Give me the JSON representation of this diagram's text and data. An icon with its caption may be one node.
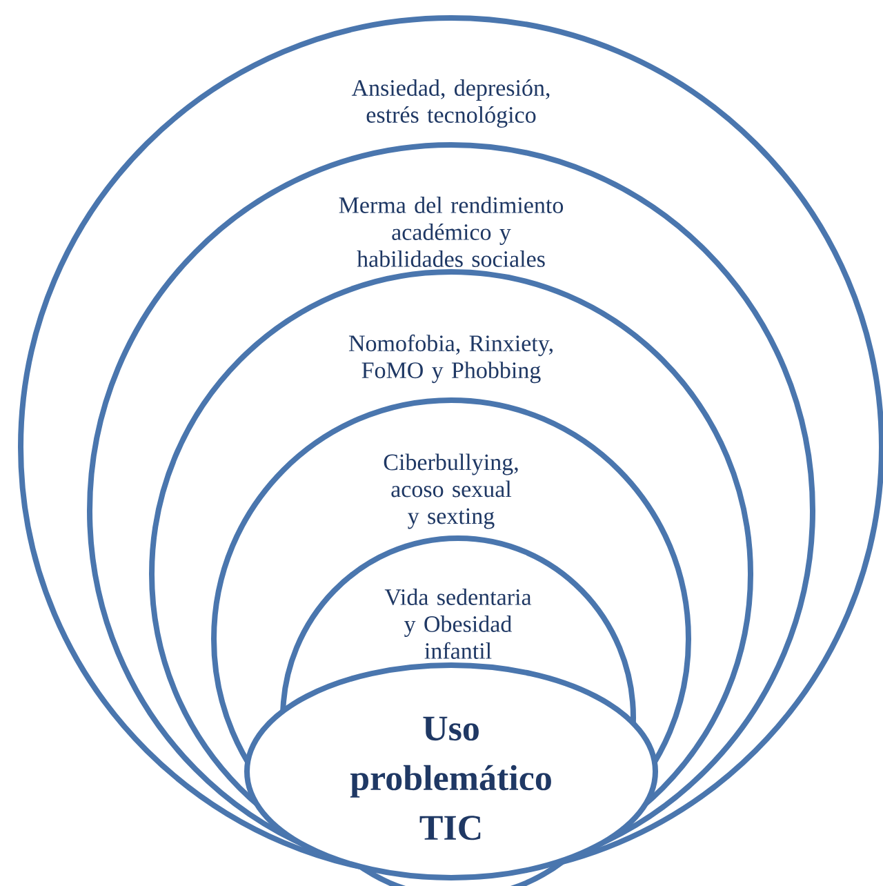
{
  "diagram": {
    "nodes": [
      {
        "text": [
          "Ansiedad, depresión, estrés tecnológico"
        ]
      },
      {
        "text": [
          "Merma del rendimiento académico y habilidades sociales"
        ],
        "in": 0
      },
      {
        "text": [
          "Nomofobia, Rinxiety, FoMO y Phobbing"
        ],
        "in": 1
      },
      {
        "text": [
          "Ciberbullying, acoso sexual y sexting"
        ],
        "in": 2
      },
      {
        "text": [
          "Vida sedentaria y Obesidad infantil"
        ],
        "in": 3
      },
      {
        "text": [
          "Uso problemático TIC"
        ],
        "in": 3
      }
    ]
  }
}
